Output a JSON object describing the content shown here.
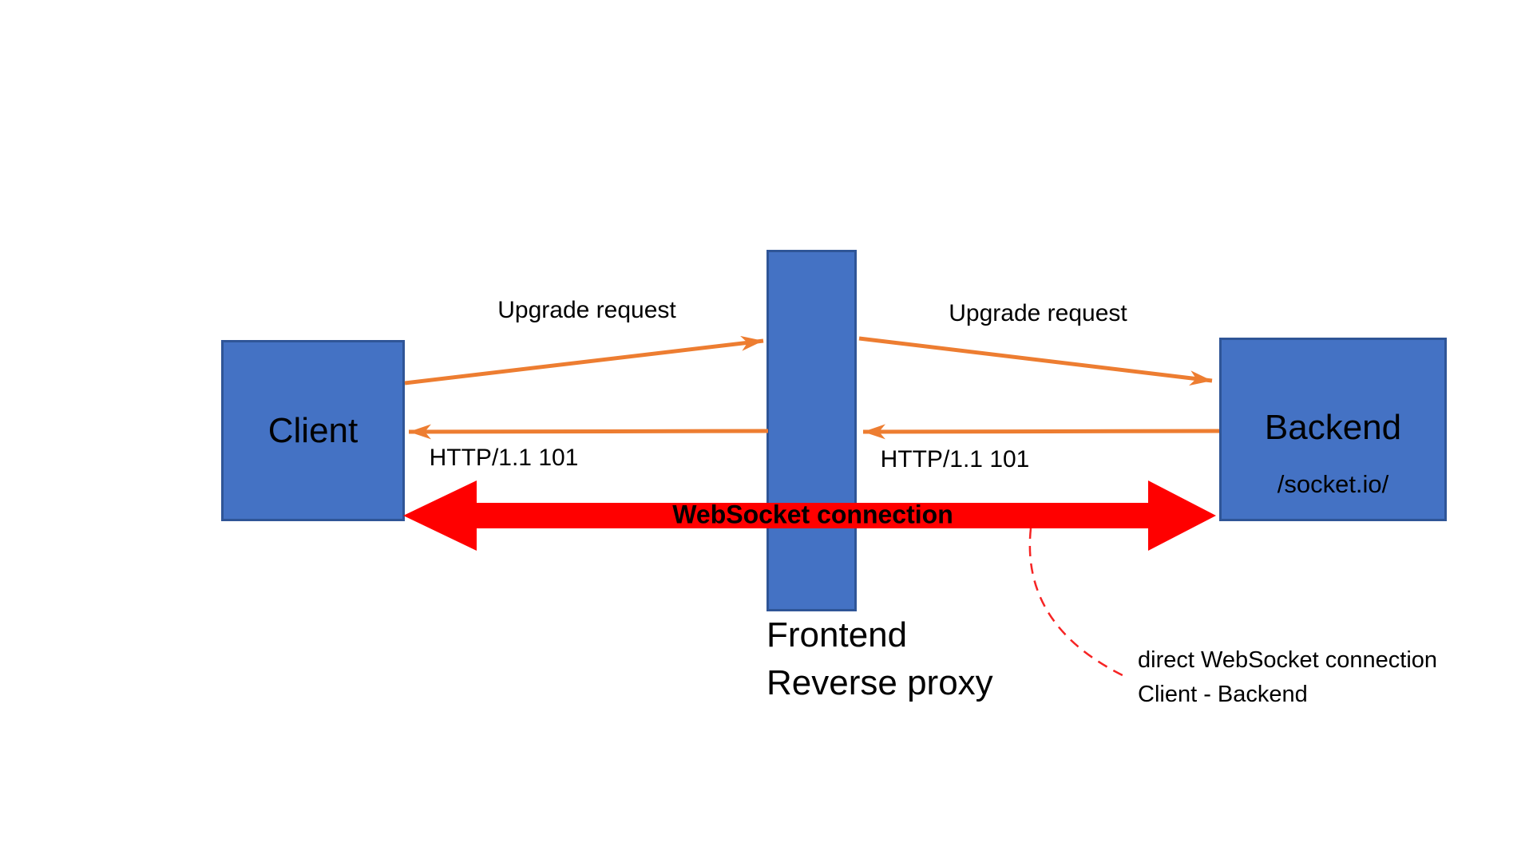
{
  "diagram": {
    "nodes": {
      "client": {
        "label": "Client"
      },
      "proxy": {
        "label_line1": "Frontend",
        "label_line2": "Reverse proxy"
      },
      "backend": {
        "label": "Backend",
        "path": "/socket.io/"
      }
    },
    "edges": {
      "upgrade_left": {
        "label": "Upgrade request"
      },
      "upgrade_right": {
        "label": "Upgrade request"
      },
      "http_left": {
        "label": "HTTP/1.1 101"
      },
      "http_right": {
        "label": "HTTP/1.1 101"
      },
      "websocket": {
        "label": "WebSocket connection"
      }
    },
    "annotation": {
      "line1": "direct WebSocket connection",
      "line2": "Client - Backend"
    },
    "colors": {
      "node_fill": "#4472c4",
      "node_border": "#2f5597",
      "orange": "#ed7d31",
      "red": "#ff0000",
      "dash_red": "#f62424",
      "text": "#000000"
    }
  }
}
